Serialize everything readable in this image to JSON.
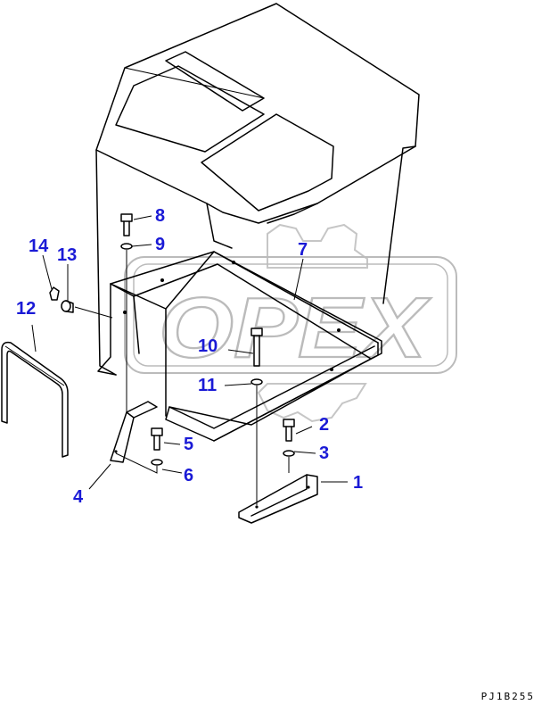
{
  "drawing": {
    "code": "PJ1B255",
    "watermark": "OPEX"
  },
  "callouts": [
    {
      "num": "1",
      "part": "bracket-long"
    },
    {
      "num": "2",
      "part": "bolt"
    },
    {
      "num": "3",
      "part": "washer"
    },
    {
      "num": "4",
      "part": "bracket-short"
    },
    {
      "num": "5",
      "part": "bolt"
    },
    {
      "num": "6",
      "part": "washer"
    },
    {
      "num": "7",
      "part": "plate"
    },
    {
      "num": "8",
      "part": "bolt"
    },
    {
      "num": "9",
      "part": "washer"
    },
    {
      "num": "10",
      "part": "bolt"
    },
    {
      "num": "11",
      "part": "washer"
    },
    {
      "num": "12",
      "part": "handle"
    },
    {
      "num": "13",
      "part": "cap"
    },
    {
      "num": "14",
      "part": "clip"
    }
  ],
  "colors": {
    "callout": "#1a1ad6",
    "line": "#000000",
    "watermark": "#b4b4b4"
  }
}
